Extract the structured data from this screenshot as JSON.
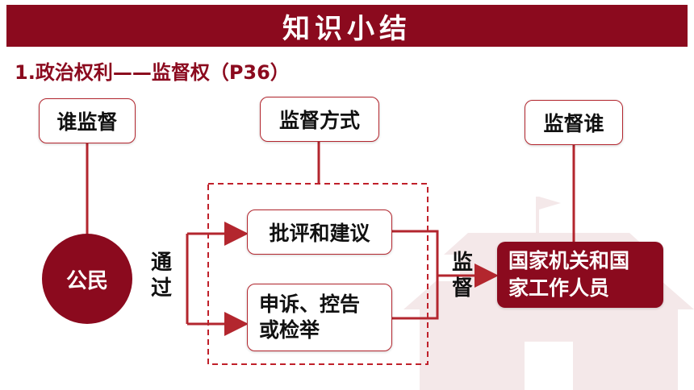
{
  "header": {
    "title": "知识小结"
  },
  "section": {
    "title": "1.政治权利——监督权（P36）"
  },
  "nodes": {
    "who_supervises": "谁监督",
    "method": "监督方式",
    "whom": "监督谁",
    "citizen": "公民",
    "criticism_line1": "批评和建议",
    "complaint_line1": "申诉、控告",
    "complaint_line2": "或检举",
    "target_line1": "国家机关和国",
    "target_line2": "家工作人员"
  },
  "labels": {
    "via_1": "通",
    "via_2": "过",
    "supervise_1": "监",
    "supervise_2": "督"
  },
  "colors": {
    "accent": "#8b0a1e",
    "line": "#b3262e",
    "dashed": "#c0202a"
  }
}
